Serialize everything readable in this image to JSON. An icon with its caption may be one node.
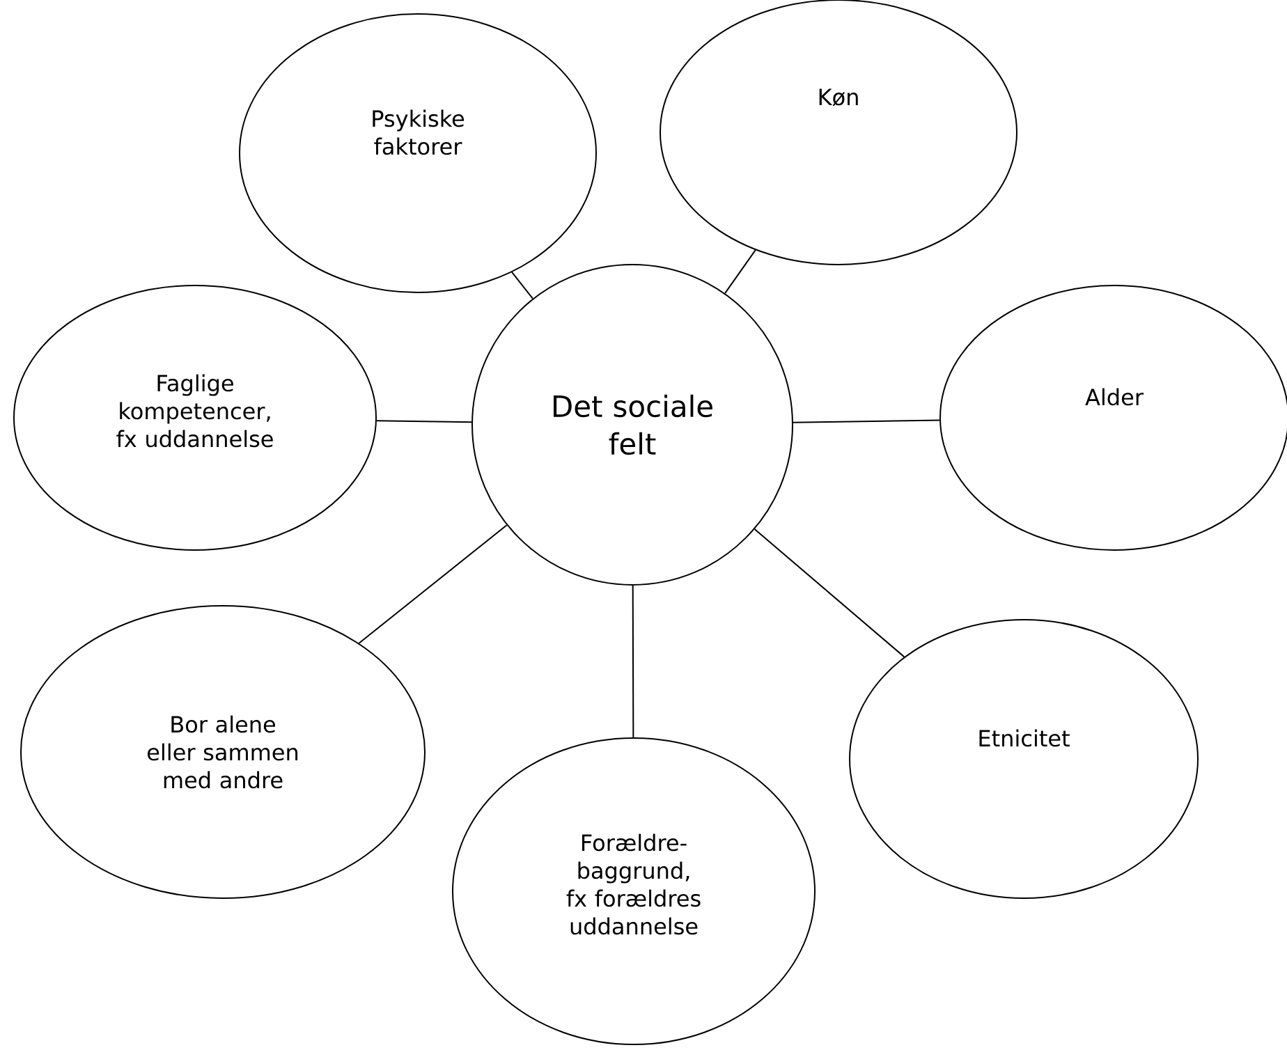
{
  "diagram": {
    "nodes": [
      {
        "text": [
          "Psykiske faktorer"
        ]
      },
      {
        "text": [
          "Køn"
        ]
      },
      {
        "text": [
          "Faglige kompetencer, fx uddannelse"
        ]
      },
      {
        "text": [
          "Det sociale felt"
        ]
      },
      {
        "text": [
          "Alder"
        ]
      },
      {
        "text": [
          "Bor alene eller sammen med andre"
        ]
      },
      {
        "text": [
          "Etnicitet"
        ]
      },
      {
        "text": [
          "Forældre- baggrund, fx forældres uddannelse"
        ]
      }
    ],
    "edges": [
      {
        "from": 3,
        "to": 0,
        "arrow": "none"
      },
      {
        "from": 3,
        "to": 1,
        "arrow": "none"
      },
      {
        "from": 3,
        "to": 2,
        "arrow": "none"
      },
      {
        "from": 3,
        "to": 4,
        "arrow": "none"
      },
      {
        "from": 3,
        "to": 5,
        "arrow": "none"
      },
      {
        "from": 3,
        "to": 6,
        "arrow": "none"
      },
      {
        "from": 3,
        "to": 7,
        "arrow": "none"
      }
    ]
  }
}
